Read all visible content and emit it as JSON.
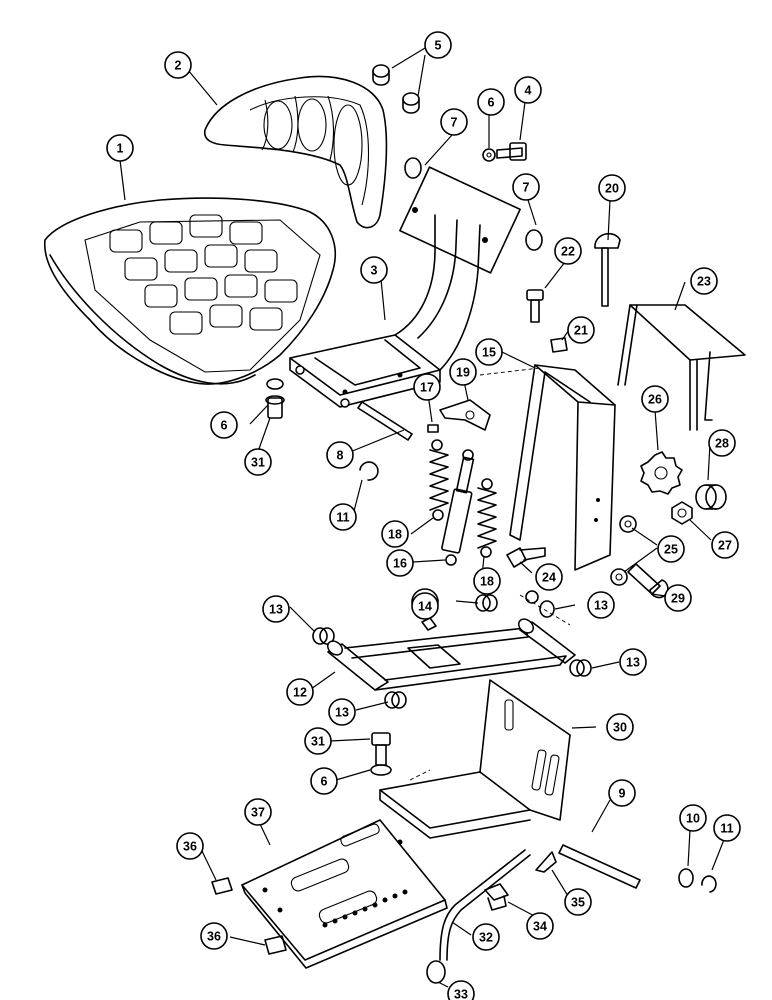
{
  "diagram": {
    "callouts": [
      {
        "id": "c1",
        "label": "1"
      },
      {
        "id": "c2",
        "label": "2"
      },
      {
        "id": "c3",
        "label": "3"
      },
      {
        "id": "c4",
        "label": "4"
      },
      {
        "id": "c5",
        "label": "5"
      },
      {
        "id": "c6a",
        "label": "6"
      },
      {
        "id": "c6b",
        "label": "6"
      },
      {
        "id": "c6c",
        "label": "6"
      },
      {
        "id": "c7a",
        "label": "7"
      },
      {
        "id": "c7b",
        "label": "7"
      },
      {
        "id": "c8",
        "label": "8"
      },
      {
        "id": "c9",
        "label": "9"
      },
      {
        "id": "c10",
        "label": "10"
      },
      {
        "id": "c11a",
        "label": "11"
      },
      {
        "id": "c11b",
        "label": "11"
      },
      {
        "id": "c12",
        "label": "12"
      },
      {
        "id": "c13a",
        "label": "13"
      },
      {
        "id": "c13b",
        "label": "13"
      },
      {
        "id": "c13c",
        "label": "13"
      },
      {
        "id": "c13d",
        "label": "13"
      },
      {
        "id": "c13e",
        "label": "13"
      },
      {
        "id": "c14",
        "label": "14"
      },
      {
        "id": "c15",
        "label": "15"
      },
      {
        "id": "c16",
        "label": "16"
      },
      {
        "id": "c17",
        "label": "17"
      },
      {
        "id": "c18a",
        "label": "18"
      },
      {
        "id": "c18b",
        "label": "18"
      },
      {
        "id": "c19",
        "label": "19"
      },
      {
        "id": "c20",
        "label": "20"
      },
      {
        "id": "c21",
        "label": "21"
      },
      {
        "id": "c22",
        "label": "22"
      },
      {
        "id": "c23",
        "label": "23"
      },
      {
        "id": "c24",
        "label": "24"
      },
      {
        "id": "c25",
        "label": "25"
      },
      {
        "id": "c26",
        "label": "26"
      },
      {
        "id": "c27",
        "label": "27"
      },
      {
        "id": "c28",
        "label": "28"
      },
      {
        "id": "c29",
        "label": "29"
      },
      {
        "id": "c30",
        "label": "30"
      },
      {
        "id": "c31a",
        "label": "31"
      },
      {
        "id": "c31b",
        "label": "31"
      },
      {
        "id": "c32",
        "label": "32"
      },
      {
        "id": "c33",
        "label": "33"
      },
      {
        "id": "c34",
        "label": "34"
      },
      {
        "id": "c35",
        "label": "35"
      },
      {
        "id": "c36a",
        "label": "36"
      },
      {
        "id": "c36b",
        "label": "36"
      },
      {
        "id": "c37",
        "label": "37"
      }
    ]
  }
}
